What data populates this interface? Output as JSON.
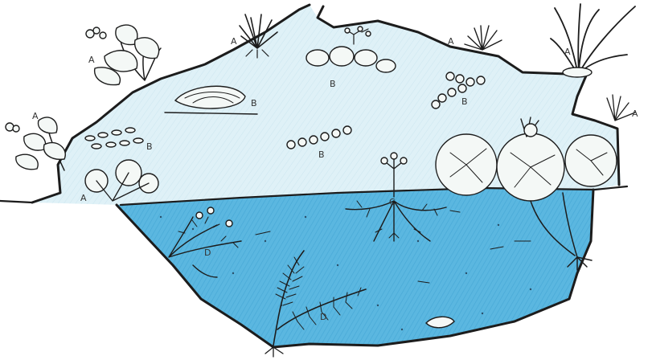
{
  "colors": {
    "paper": "#ffffff",
    "pond_surface": "#dff1f7",
    "water": "#5bb7e0",
    "water_dark": "#2f8fc4",
    "ink": "#1c1c1c"
  },
  "labels": {
    "emergent": "A",
    "floating": "B",
    "floating_leaved": "C",
    "submerged": "D"
  }
}
